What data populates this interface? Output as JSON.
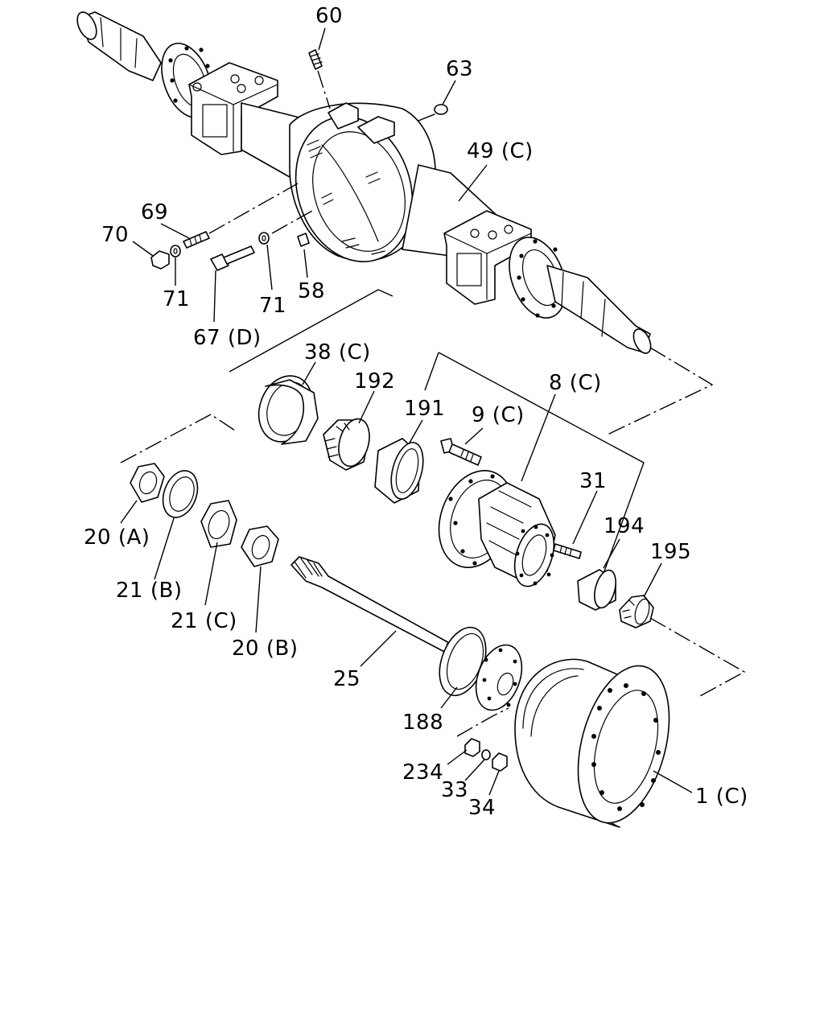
{
  "labels": {
    "l60": "60",
    "l63": "63",
    "l49": "49 (C)",
    "l69": "69",
    "l70": "70",
    "l71a": "71",
    "l71b": "71",
    "l58": "58",
    "l67": "67 (D)",
    "l38": "38 (C)",
    "l192": "192",
    "l191": "191",
    "l9": "9 (C)",
    "l8": "8 (C)",
    "l31": "31",
    "l194": "194",
    "l195": "195",
    "l20a": "20 (A)",
    "l21b": "21 (B)",
    "l21c": "21 (C)",
    "l20b": "20 (B)",
    "l25": "25",
    "l188": "188",
    "l234": "234",
    "l33": "33",
    "l34": "34",
    "l1": "1 (C)"
  }
}
